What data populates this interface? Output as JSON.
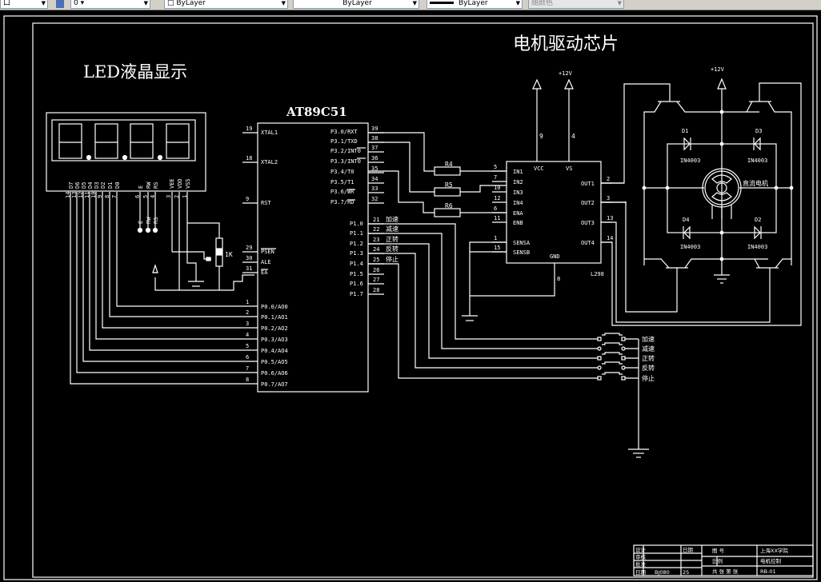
{
  "toolbar": {
    "controls": [
      {
        "name": "layer-prev",
        "value": "口"
      },
      {
        "name": "layer-select",
        "value": "0 ▾"
      },
      {
        "name": "color-select",
        "value": "□ ByLayer"
      },
      {
        "name": "linetype-select",
        "value": "ByLayer"
      },
      {
        "name": "lineweight-select",
        "value": "ByLayer"
      },
      {
        "name": "plotstyle-select",
        "value": "随颜色"
      }
    ]
  },
  "drawing": {
    "lcd_title": "LED液晶显示",
    "driver_title": "电机驱动芯片",
    "mcu_name": "AT89C51",
    "lcd": {
      "data_pins": [
        "D7",
        "D6",
        "D5",
        "D4",
        "D3",
        "D2",
        "D1",
        "D0"
      ],
      "ctrl_pins": [
        "E",
        "RW",
        "RS"
      ],
      "power_pins": [
        "VEE",
        "VDD",
        "VSS"
      ],
      "data_pin_nums": [
        "14",
        "13",
        "12",
        "11",
        "10",
        "9",
        "8",
        "7"
      ],
      "ctrl_pin_nums": [
        "6",
        "5",
        "4"
      ],
      "power_pin_nums": [
        "3",
        "2",
        "1"
      ],
      "ctrl_labels": [
        "E",
        "RW",
        "RS"
      ],
      "pot_label": "1K"
    },
    "mcu": {
      "left_pins": [
        {
          "num": "19",
          "label": "XTAL1"
        },
        {
          "num": "18",
          "label": "XTAL2"
        },
        {
          "num": "9",
          "label": "RST"
        },
        {
          "num": "29",
          "label": "PSEN"
        },
        {
          "num": "30",
          "label": "ALE"
        },
        {
          "num": "31",
          "label": "EA"
        },
        {
          "num": "1",
          "label": "P0.0/AO0"
        },
        {
          "num": "2",
          "label": "P0.1/AO1"
        },
        {
          "num": "3",
          "label": "P0.2/AO2"
        },
        {
          "num": "4",
          "label": "P0.3/AO3"
        },
        {
          "num": "5",
          "label": "P0.4/AO4"
        },
        {
          "num": "6",
          "label": "P0.5/AO5"
        },
        {
          "num": "7",
          "label": "P0.6/AO6"
        },
        {
          "num": "8",
          "label": "P0.7/AO7"
        }
      ],
      "right_pins_p3": [
        {
          "num": "39",
          "label": "P3.0/RXT"
        },
        {
          "num": "38",
          "label": "P3.1/TXD"
        },
        {
          "num": "37",
          "label": "P3.2/INT0"
        },
        {
          "num": "36",
          "label": "P3.3/INT0"
        },
        {
          "num": "35",
          "label": "P3.4/T0"
        },
        {
          "num": "34",
          "label": "P3.5/T1"
        },
        {
          "num": "33",
          "label": "P3.6/WR"
        },
        {
          "num": "32",
          "label": "P3.7/RD"
        }
      ],
      "right_pins_p1": [
        {
          "num": "21",
          "label": "P1.0",
          "tag": "加速"
        },
        {
          "num": "22",
          "label": "P1.1",
          "tag": "减速"
        },
        {
          "num": "23",
          "label": "P1.2",
          "tag": "正转"
        },
        {
          "num": "24",
          "label": "P1.3",
          "tag": "反转"
        },
        {
          "num": "25",
          "label": "P1.4",
          "tag": "停止"
        },
        {
          "num": "26",
          "label": "P1.5",
          "tag": ""
        },
        {
          "num": "27",
          "label": "P1.6",
          "tag": ""
        },
        {
          "num": "28",
          "label": "P1.7",
          "tag": ""
        }
      ]
    },
    "resistors": [
      "R4",
      "R5",
      "R6"
    ],
    "l298": {
      "name": "L298",
      "supply": "+12V",
      "vcc_pin": "9",
      "vs_pin": "4",
      "gnd_pin": "8",
      "left_pins": [
        {
          "num": "5",
          "label": "IN1"
        },
        {
          "num": "7",
          "label": "IN2"
        },
        {
          "num": "10",
          "label": "IN3"
        },
        {
          "num": "12",
          "label": "IN4"
        },
        {
          "num": "6",
          "label": "ENA"
        },
        {
          "num": "11",
          "label": "ENB"
        },
        {
          "num": "1",
          "label": "SENSA"
        },
        {
          "num": "15",
          "label": "SENSB"
        }
      ],
      "right_pins": [
        {
          "num": "2",
          "label": "OUT1"
        },
        {
          "num": "3",
          "label": "OUT2"
        },
        {
          "num": "13",
          "label": "OUT3"
        },
        {
          "num": "14",
          "label": "OUT4"
        }
      ],
      "top_labels": [
        "VCC",
        "VS"
      ],
      "gnd_label": "GND"
    },
    "hbridge": {
      "supply": "+12V",
      "diodes": [
        {
          "name": "D1",
          "part": "IN4003"
        },
        {
          "name": "D3",
          "part": "IN4003"
        },
        {
          "name": "D4",
          "part": "IN4003"
        },
        {
          "name": "D2",
          "part": "IN4003"
        }
      ],
      "motor_label": "直流电机"
    },
    "buttons": [
      "加速",
      "减速",
      "正转",
      "反转",
      "停止"
    ],
    "title_block": {
      "rows": [
        [
          "设计",
          "",
          "日期",
          "图 号",
          "上海XX学院"
        ],
        [
          "审核",
          "",
          "",
          "比例",
          "电机控制"
        ],
        [
          "批准",
          "",
          "",
          "",
          ""
        ],
        [
          "日期",
          "BJ080",
          "25",
          "共 张 第 张",
          "RB-01"
        ]
      ]
    }
  }
}
